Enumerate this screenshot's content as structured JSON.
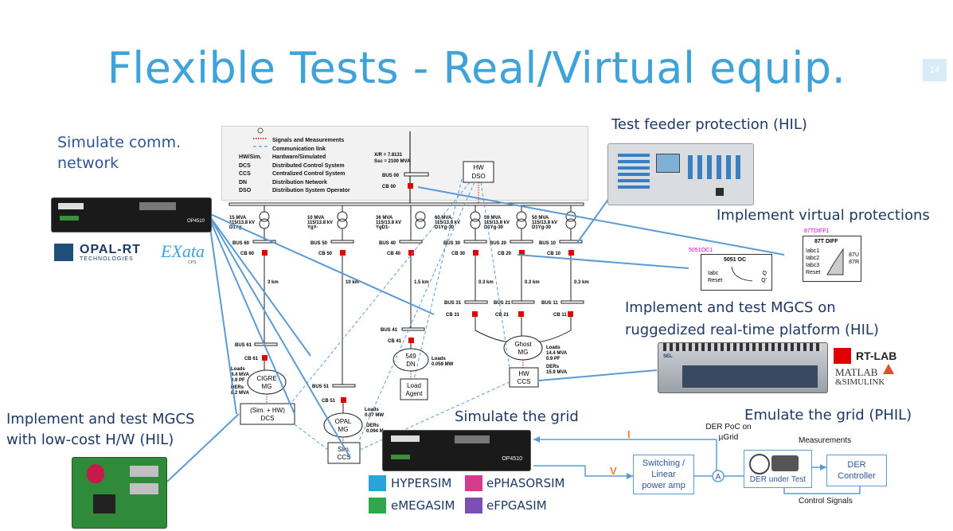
{
  "title": "Flexible Tests - Real/Virtual equip.",
  "slide_number": "14",
  "captions": {
    "sim_comm": "Simulate comm.\nnetwork",
    "test_feeder": "Test feeder protection (HIL)",
    "virtual_prot": "Implement virtual protections",
    "mgcs_rugged": "Implement and test MGCS on\nruggedized real-time platform (HIL)",
    "mgcs_lowcost": "Implement and test MGCS\nwith low-cost H/W (HIL)",
    "sim_grid": "Simulate the grid",
    "emulate_grid": "Emulate the grid (PHIL)"
  },
  "legend": [
    {
      "key": "",
      "text": "Signals and Measurements"
    },
    {
      "key": "",
      "text": "Communication link"
    },
    {
      "key": "HW/Sim.",
      "text": "Hardware/Simulated"
    },
    {
      "key": "DCS",
      "text": "Distributed Control System"
    },
    {
      "key": "CCS",
      "text": "Centralized Control System"
    },
    {
      "key": "DN",
      "text": "Distribution Network"
    },
    {
      "key": "DSO",
      "text": "Distribution System Operator"
    }
  ],
  "grid": {
    "xr": "X/R = 7.8131",
    "ssc": "Ssc = 2100 MVA",
    "bus00": "BUS 00",
    "cb00": "CB 00",
    "hw_dso": [
      "HW",
      "DSO"
    ],
    "transformers": [
      {
        "l1": "15 MVA",
        "l2": "115/13.8 kV",
        "l3": "D1Yg"
      },
      {
        "l1": "10 MVA",
        "l2": "115/13.8 kV",
        "l3": "YgY-"
      },
      {
        "l1": "36 MVA",
        "l2": "115/13.8 kV",
        "l3": "YgD1-"
      },
      {
        "l1": "60 MVA",
        "l2": "115/13.8 kV",
        "l3": "D1Yg-30"
      },
      {
        "l1": "59 MVA",
        "l2": "115/13.8 kV",
        "l3": "D1Yg-30"
      },
      {
        "l1": "50 MVA",
        "l2": "115/13.8 kV",
        "l3": "D1Yg-30"
      }
    ],
    "buses": [
      "BUS 60",
      "BUS 50",
      "BUS 40",
      "BUS 30",
      "BUS 20",
      "BUS 10"
    ],
    "cbs": [
      "CB 60",
      "CB 50",
      "CB 40",
      "CB 30",
      "CB 20",
      "CB 10"
    ],
    "distances": [
      "3 km",
      "10 km",
      "1.5 km",
      "0.3 km",
      "0.3 km",
      "0.3 km"
    ],
    "bus31": "BUS 31",
    "cb31": "CB 31",
    "bus21": "BUS 21",
    "cb21": "CB 21",
    "bus11": "BUS 11",
    "cb11": "CB 11",
    "bus41": "BUS 41",
    "cb41": "CB 41",
    "bus61": "BUS 61",
    "cb61": "CB 61",
    "bus51": "BUS 51",
    "cb51": "CB 51",
    "dn": [
      "549",
      "DN"
    ],
    "dn_loads": [
      "Loads",
      "0.059 MW"
    ],
    "load_agent": [
      "Load",
      "Agent"
    ],
    "ghost_mg": [
      "Ghost",
      "MG"
    ],
    "ghost_loads": [
      "Loads",
      "14.4 MVA",
      "0.9 PF"
    ],
    "ghost_ders": [
      "DERs",
      "15.9 MVA"
    ],
    "hw_ccs": [
      "HW",
      "CCS"
    ],
    "cigre_mg": [
      "CIGRE",
      "MG"
    ],
    "cigre_loads": [
      "Loads",
      "4.4 MVA",
      "0.9 PF"
    ],
    "cigre_ders": [
      "DERs",
      "8.2 MVA"
    ],
    "sim_hw_dcs": [
      "(Sim. + HW)",
      "DCS"
    ],
    "opal_mg": [
      "OPAL",
      "MG"
    ],
    "opal_loads": [
      "Loads",
      "0.07 MW"
    ],
    "opal_ders": [
      "DERs",
      "0.094 M"
    ],
    "sim_ccs": [
      "Sim.",
      "CCS"
    ]
  },
  "relays": {
    "oc": {
      "tag": "5051OC1",
      "title": "5051 OC",
      "in1": "Iabc",
      "in2": "Reset",
      "out1": "Q",
      "out2": "Q'"
    },
    "diff": {
      "tag": "87TDIFF1",
      "title": "87T DIFF",
      "in1": "Iabc1",
      "in2": "Iabc2",
      "in3": "Iabc3",
      "in4": "Reset",
      "out1": "87U",
      "out2": "87R"
    }
  },
  "brands": {
    "opal_rt": "OPAL-RT",
    "technologies": "TECHNOLOGIES",
    "exata": "EXata",
    "cps": "CPS",
    "rt_lab": "RT-LAB",
    "matlab": "MATLAB",
    "simulink": "&SIMULINK",
    "sel": "SEL"
  },
  "products": [
    "HYPERSIM",
    "ePHASORSIM",
    "eMEGASIM",
    "eFPGASIM"
  ],
  "phil": {
    "i": "I",
    "v": "V",
    "amp": [
      "Switching /",
      "Linear",
      "power amp"
    ],
    "der_poc": [
      "DER PoC on",
      "µGrid"
    ],
    "ammeter": "A",
    "measurements": "Measurements",
    "der_under_test": "DER under Test",
    "der_controller": [
      "DER",
      "Controller"
    ],
    "control_signals": "Control Signals"
  },
  "device_labels": {
    "op4510": "OP4510"
  },
  "colors": {
    "title": "#3fa2d8",
    "caption": "#2f5597",
    "link": "#5b9bd5",
    "cb": "#e00000",
    "orange": "#ed7d31"
  }
}
